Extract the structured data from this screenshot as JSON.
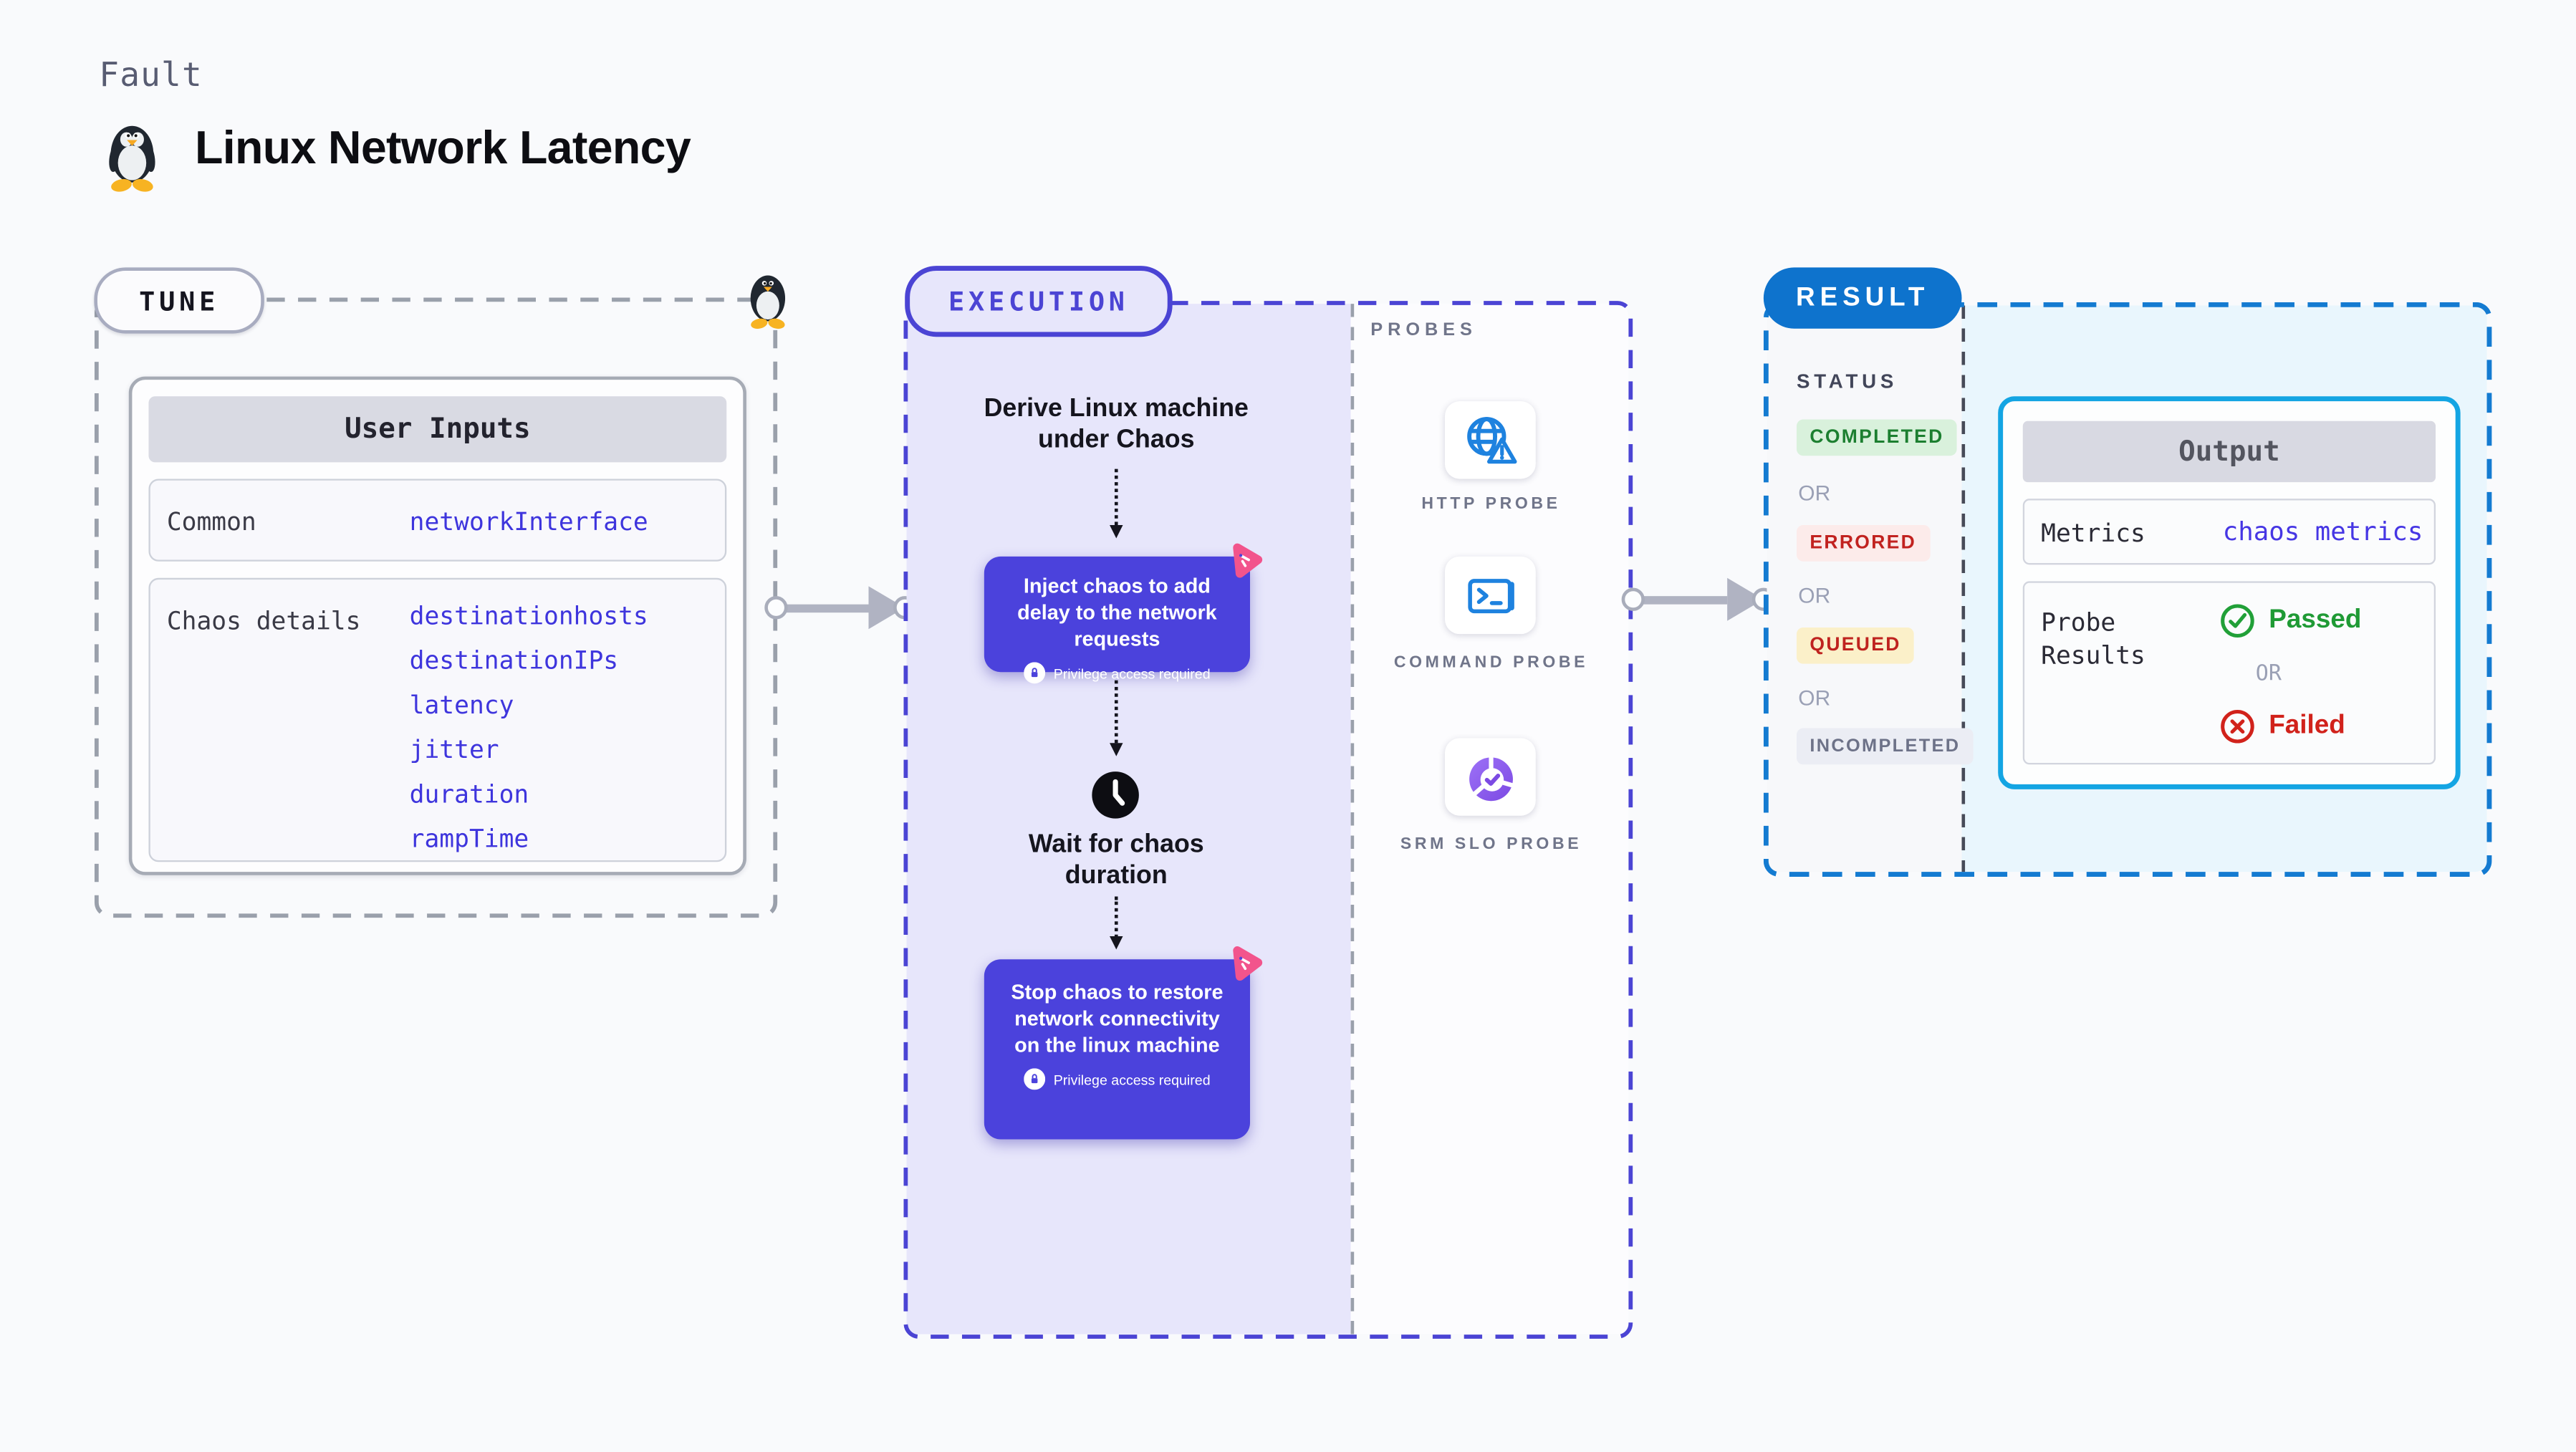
{
  "header": {
    "kicker": "Fault",
    "title": "Linux Network Latency",
    "icon": "tux-penguin-icon"
  },
  "tune": {
    "badge": "TUNE",
    "user_inputs": {
      "title": "User Inputs",
      "rows": [
        {
          "label": "Common",
          "values": [
            "networkInterface"
          ]
        },
        {
          "label": "Chaos details",
          "values": [
            "destinationhosts",
            "destinationIPs",
            "latency",
            "jitter",
            "duration",
            "rampTime"
          ]
        }
      ]
    }
  },
  "execution": {
    "badge": "EXECUTION",
    "derive_step": "Derive Linux machine under Chaos",
    "inject_step": {
      "text": "Inject chaos to add delay to the network requests",
      "privilege": "Privilege access required"
    },
    "wait_step": "Wait for chaos duration",
    "stop_step": {
      "text": "Stop chaos to restore network connectivity on the linux machine",
      "privilege": "Privilege access required"
    }
  },
  "probes": {
    "title": "PROBES",
    "items": [
      {
        "label": "HTTP PROBE",
        "icon": "globe-alert-icon"
      },
      {
        "label": "COMMAND PROBE",
        "icon": "terminal-icon"
      },
      {
        "label": "SRM SLO PROBE",
        "icon": "slo-pie-check-icon"
      }
    ]
  },
  "result": {
    "badge": "RESULT",
    "status_title": "STATUS",
    "or": "OR",
    "statuses": [
      {
        "label": "COMPLETED",
        "fg": "#1c7f30",
        "bg": "#d9f1dc"
      },
      {
        "label": "ERRORED",
        "fg": "#c1221f",
        "bg": "#fcebea"
      },
      {
        "label": "QUEUED",
        "fg": "#bf231f",
        "bg": "#fbf0c9"
      },
      {
        "label": "INCOMPLETED",
        "fg": "#6d7288",
        "bg": "#ebedf4"
      }
    ],
    "output": {
      "title": "Output",
      "metrics_label": "Metrics",
      "metrics_value": "chaos metrics",
      "probe_results_label": "Probe Results",
      "passed": "Passed",
      "or": "OR",
      "failed": "Failed"
    }
  },
  "colors": {
    "indigo": "#4b42dc",
    "lavender": "#e7e6fb",
    "pink_chaos": "#f2548c",
    "result_blue": "#0e73cd",
    "output_border": "#14a5e3",
    "passed_green": "#1f9a35",
    "failed_red": "#d1221b",
    "probe_blue": "#1e82df",
    "slo_purple": "#7c4ae3"
  }
}
